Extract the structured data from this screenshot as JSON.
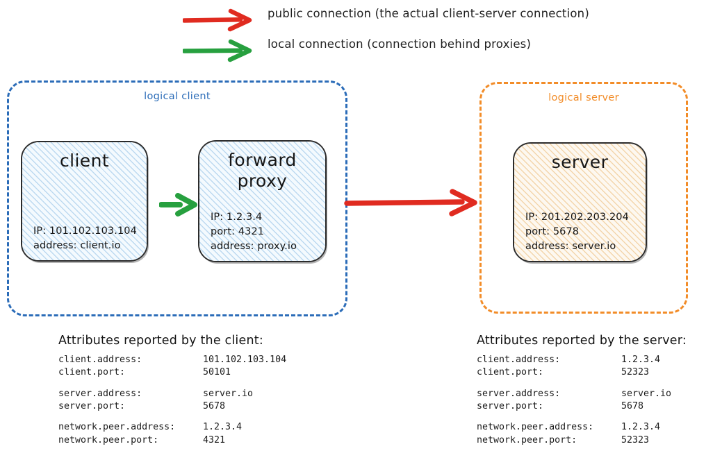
{
  "legend": [
    {
      "arrow_color": "#e02b20",
      "arrow_name": "red-arrow-icon",
      "text": "public connection (the actual client-server connection)"
    },
    {
      "arrow_color": "#27a03f",
      "arrow_name": "green-arrow-icon",
      "text": "local connection (connection behind proxies)"
    }
  ],
  "groups": {
    "client": {
      "label": "logical client",
      "color": "#2b6cb8"
    },
    "server": {
      "label": "logical server",
      "color": "#f28c28"
    }
  },
  "nodes": {
    "client": {
      "title": "client",
      "attrs": [
        "IP: 101.102.103.104",
        "address: client.io"
      ]
    },
    "forward_proxy": {
      "title": "forward\nproxy",
      "title_line1": "forward",
      "title_line2": "proxy",
      "attrs": [
        "IP: 1.2.3.4",
        "port: 4321",
        "address: proxy.io"
      ]
    },
    "server": {
      "title": "server",
      "attrs": [
        "IP: 201.202.203.204",
        "port: 5678",
        "address: server.io"
      ]
    }
  },
  "connections": {
    "local": {
      "name": "client-to-proxy-arrow",
      "color": "#27a03f"
    },
    "public": {
      "name": "proxy-to-server-arrow",
      "color": "#e02b20"
    }
  },
  "attributes_client": {
    "title": "Attributes reported by the client:",
    "groups": [
      [
        {
          "key": "client.address:",
          "value": "101.102.103.104"
        },
        {
          "key": "client.port:",
          "value": "50101"
        }
      ],
      [
        {
          "key": "server.address:",
          "value": "server.io"
        },
        {
          "key": "server.port:",
          "value": "5678"
        }
      ],
      [
        {
          "key": "network.peer.address:",
          "value": "1.2.3.4"
        },
        {
          "key": "network.peer.port:",
          "value": "4321"
        }
      ]
    ]
  },
  "attributes_server": {
    "title": "Attributes reported by the server:",
    "groups": [
      [
        {
          "key": "client.address:",
          "value": "1.2.3.4"
        },
        {
          "key": "client.port:",
          "value": "52323"
        }
      ],
      [
        {
          "key": "server.address:",
          "value": "server.io"
        },
        {
          "key": "server.port:",
          "value": "5678"
        }
      ],
      [
        {
          "key": "network.peer.address:",
          "value": "1.2.3.4"
        },
        {
          "key": "network.peer.port:",
          "value": "52323"
        }
      ]
    ]
  },
  "palette": {
    "client_fill_hatch": "#bcd9f0",
    "client_fill_bg": "#f4fafe",
    "server_fill_hatch": "#f3d5ab",
    "server_fill_bg": "#fdf8f0",
    "node_stroke": "#2b2b2b",
    "text": "#161616"
  }
}
